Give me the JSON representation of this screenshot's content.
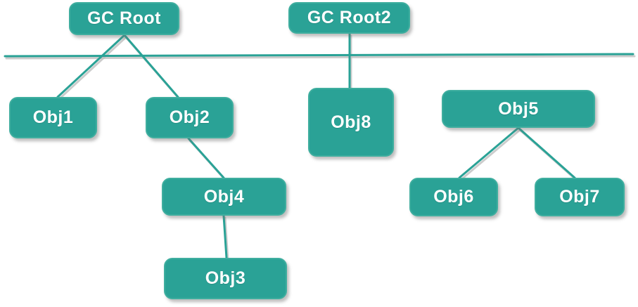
{
  "diagram": {
    "background_color": "#ffffff",
    "accent_color": "#2aa296",
    "node_text_color": "#ffffff",
    "nodes": [
      {
        "id": "gc-root",
        "label": "GC Root"
      },
      {
        "id": "gc-root2",
        "label": "GC Root2"
      },
      {
        "id": "obj1",
        "label": "Obj1"
      },
      {
        "id": "obj2",
        "label": "Obj2"
      },
      {
        "id": "obj8",
        "label": "Obj8"
      },
      {
        "id": "obj5",
        "label": "Obj5"
      },
      {
        "id": "obj4",
        "label": "Obj4"
      },
      {
        "id": "obj6",
        "label": "Obj6"
      },
      {
        "id": "obj7",
        "label": "Obj7"
      },
      {
        "id": "obj3",
        "label": "Obj3"
      }
    ],
    "edges": [
      {
        "from": "GC Root",
        "to": "Obj1"
      },
      {
        "from": "GC Root",
        "to": "Obj2"
      },
      {
        "from": "GC Root2",
        "to": "Obj8"
      },
      {
        "from": "Obj2",
        "to": "Obj4"
      },
      {
        "from": "Obj4",
        "to": "Obj3"
      },
      {
        "from": "Obj5",
        "to": "Obj6"
      },
      {
        "from": "Obj5",
        "to": "Obj7"
      }
    ],
    "separator": {
      "description": "horizontal line across full width below GC roots"
    }
  }
}
